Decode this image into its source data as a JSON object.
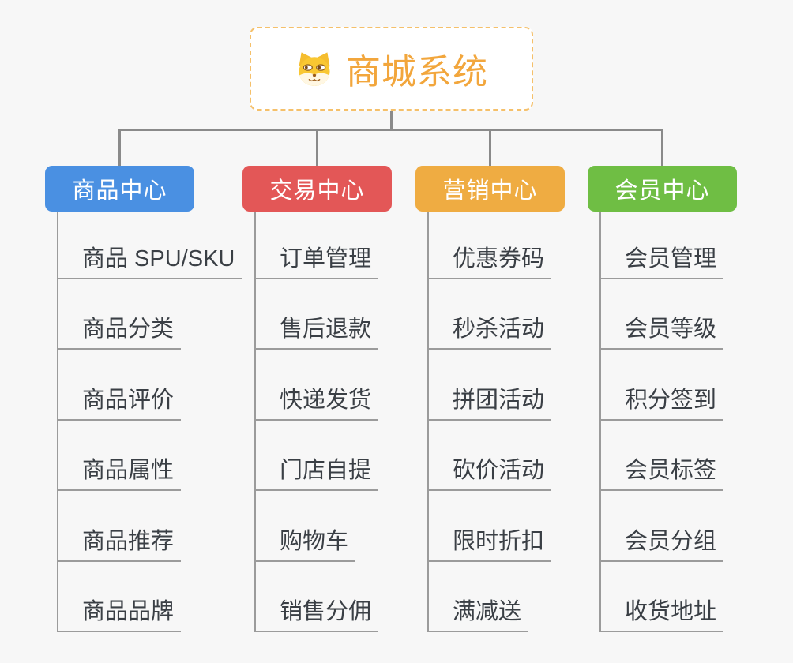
{
  "canvas": {
    "background_color": "#f7f7f7",
    "connector_color": "#8a8a8a",
    "leaf_line_color": "#9b9b9b",
    "leaf_text_color": "#3a3f45"
  },
  "root": {
    "title": "商城系统",
    "icon": "dog-face-icon",
    "text_color": "#F2A63C",
    "border_color": "#F5C06A",
    "background_color": "#ffffff"
  },
  "branches": [
    {
      "label": "商品中心",
      "color": "#4A90E2",
      "items": [
        "商品 SPU/SKU",
        "商品分类",
        "商品评价",
        "商品属性",
        "商品推荐",
        "商品品牌"
      ]
    },
    {
      "label": "交易中心",
      "color": "#E35757",
      "items": [
        "订单管理",
        "售后退款",
        "快递发货",
        "门店自提",
        "购物车",
        "销售分佣"
      ]
    },
    {
      "label": "营销中心",
      "color": "#EFAC42",
      "items": [
        "优惠券码",
        "秒杀活动",
        "拼团活动",
        "砍价活动",
        "限时折扣",
        "满减送"
      ]
    },
    {
      "label": "会员中心",
      "color": "#6FBE44",
      "items": [
        "会员管理",
        "会员等级",
        "积分签到",
        "会员标签",
        "会员分组",
        "收货地址"
      ]
    }
  ]
}
